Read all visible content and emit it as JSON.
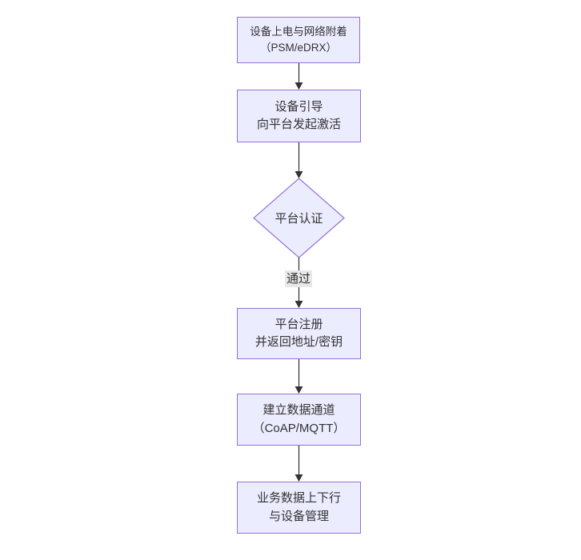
{
  "flowchart": {
    "direction": "top-down",
    "nodes": [
      {
        "id": "attach",
        "shape": "rect",
        "lines": [
          "设备上电与网络附着",
          "（PSM/eDRX）"
        ]
      },
      {
        "id": "bootstrap",
        "shape": "rect",
        "lines": [
          "设备引导",
          "向平台发起激活"
        ]
      },
      {
        "id": "auth",
        "shape": "diamond",
        "lines": [
          "平台认证"
        ]
      },
      {
        "id": "register",
        "shape": "rect",
        "lines": [
          "平台注册",
          "并返回地址/密钥"
        ]
      },
      {
        "id": "channel",
        "shape": "rect",
        "lines": [
          "建立数据通道",
          "（CoAP/MQTT）"
        ]
      },
      {
        "id": "business",
        "shape": "rect",
        "lines": [
          "业务数据上下行",
          "与设备管理"
        ]
      }
    ],
    "edges": [
      {
        "from": "attach",
        "to": "bootstrap",
        "label": ""
      },
      {
        "from": "bootstrap",
        "to": "auth",
        "label": ""
      },
      {
        "from": "auth",
        "to": "register",
        "label": "通过"
      },
      {
        "from": "register",
        "to": "channel",
        "label": ""
      },
      {
        "from": "channel",
        "to": "business",
        "label": ""
      }
    ],
    "colors": {
      "node_fill": "#ECECFF",
      "node_border": "#9370DB",
      "arrow_line": "#333333",
      "text": "#333333",
      "edge_label_bg": "#e8e8e8",
      "background": "#ffffff"
    }
  }
}
